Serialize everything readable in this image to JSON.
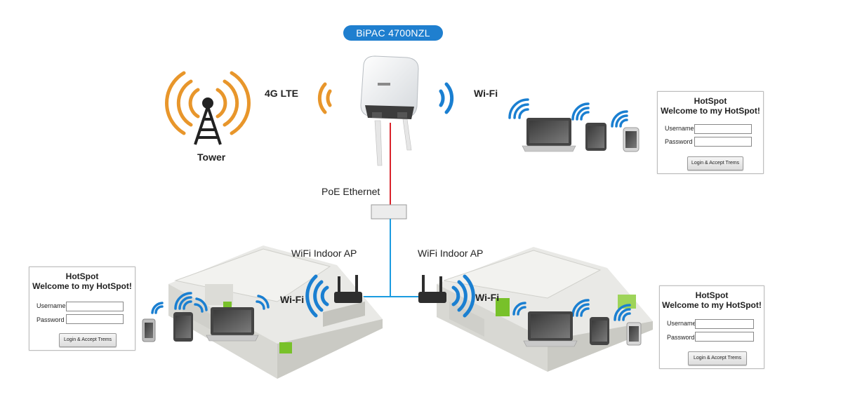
{
  "device": {
    "name": "BiPAC 4700NZL"
  },
  "labels": {
    "lte": "4G LTE",
    "wifi_top": "Wi-Fi",
    "tower": "Tower",
    "poe": "PoE Ethernet",
    "indoor_ap_left": "WiFi Indoor AP",
    "indoor_ap_right": "WiFi Indoor AP",
    "wifi_left": "Wi-Fi",
    "wifi_right": "Wi-Fi"
  },
  "hotspot": {
    "title": "HotSpot",
    "welcome": "Welcome to my HotSpot!",
    "username_label": "Username",
    "password_label": "Password",
    "button_label": "Login & Accept Trems"
  },
  "colors": {
    "pill": "#1f7fcf",
    "wifi_blue": "#1a7fd1",
    "lte_orange": "#e8962b",
    "poe_red": "#d9222a",
    "ethernet_blue": "#1a9be0",
    "building_green": "#78c12a"
  },
  "icons": [
    "cell-tower-icon",
    "router-icon",
    "wifi-signal-icon",
    "laptop-icon",
    "tablet-icon",
    "phone-icon",
    "indoor-ap-icon",
    "building-icon",
    "ethernet-switch-icon"
  ]
}
